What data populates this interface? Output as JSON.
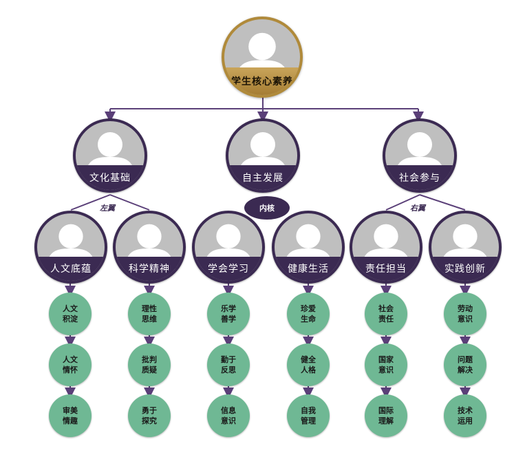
{
  "root": {
    "label": "学生核心素养"
  },
  "domains": [
    {
      "label": "文化基础",
      "wing": "左翼",
      "qualities": [
        {
          "label": "人文底蕴",
          "points": [
            "人文积淀",
            "人文情怀",
            "审美情趣"
          ]
        },
        {
          "label": "科学精神",
          "points": [
            "理性思维",
            "批判质疑",
            "勇于探究"
          ]
        }
      ]
    },
    {
      "label": "自主发展",
      "core": "内核",
      "qualities": [
        {
          "label": "学会学习",
          "points": [
            "乐学善学",
            "勤于反思",
            "信息意识"
          ]
        },
        {
          "label": "健康生活",
          "points": [
            "珍爱生命",
            "健全人格",
            "自我管理"
          ]
        }
      ]
    },
    {
      "label": "社会参与",
      "wing": "右翼",
      "qualities": [
        {
          "label": "责任担当",
          "points": [
            "社会责任",
            "国家意识",
            "国际理解"
          ]
        },
        {
          "label": "实践创新",
          "points": [
            "劳动意识",
            "问题解决",
            "技术运用"
          ]
        }
      ]
    }
  ],
  "colors": {
    "purple": "#3b2a52",
    "gold": "#b08a3a",
    "green": "#6fb894",
    "avatar_bg": "#bfbfbf"
  },
  "icons": {
    "node_avatar": "person-silhouette-icon"
  }
}
